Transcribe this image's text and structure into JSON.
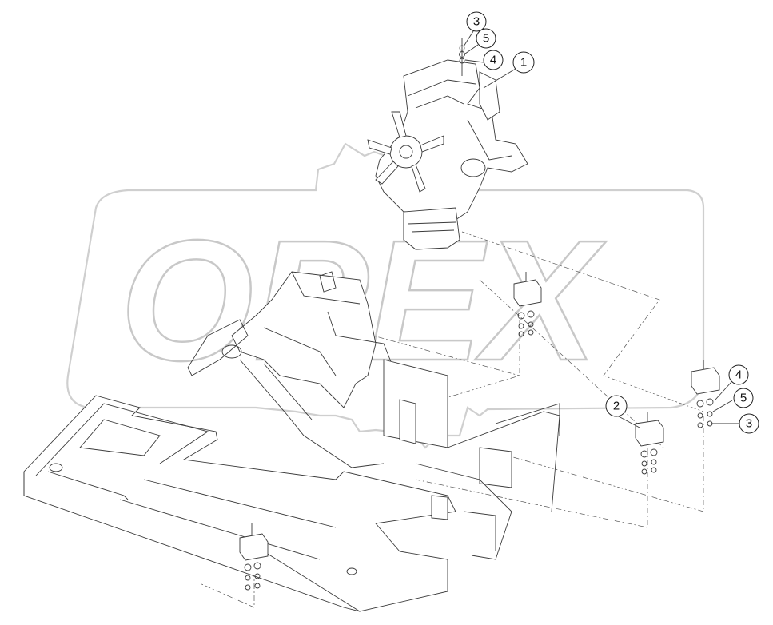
{
  "watermark": {
    "text": "OPEX"
  },
  "callouts": [
    {
      "id": "c1",
      "label": "1"
    },
    {
      "id": "c2",
      "label": "2"
    },
    {
      "id": "c3a",
      "label": "3"
    },
    {
      "id": "c4a",
      "label": "4"
    },
    {
      "id": "c5a",
      "label": "5"
    },
    {
      "id": "c3b",
      "label": "3"
    },
    {
      "id": "c4b",
      "label": "4"
    },
    {
      "id": "c5b",
      "label": "5"
    }
  ]
}
